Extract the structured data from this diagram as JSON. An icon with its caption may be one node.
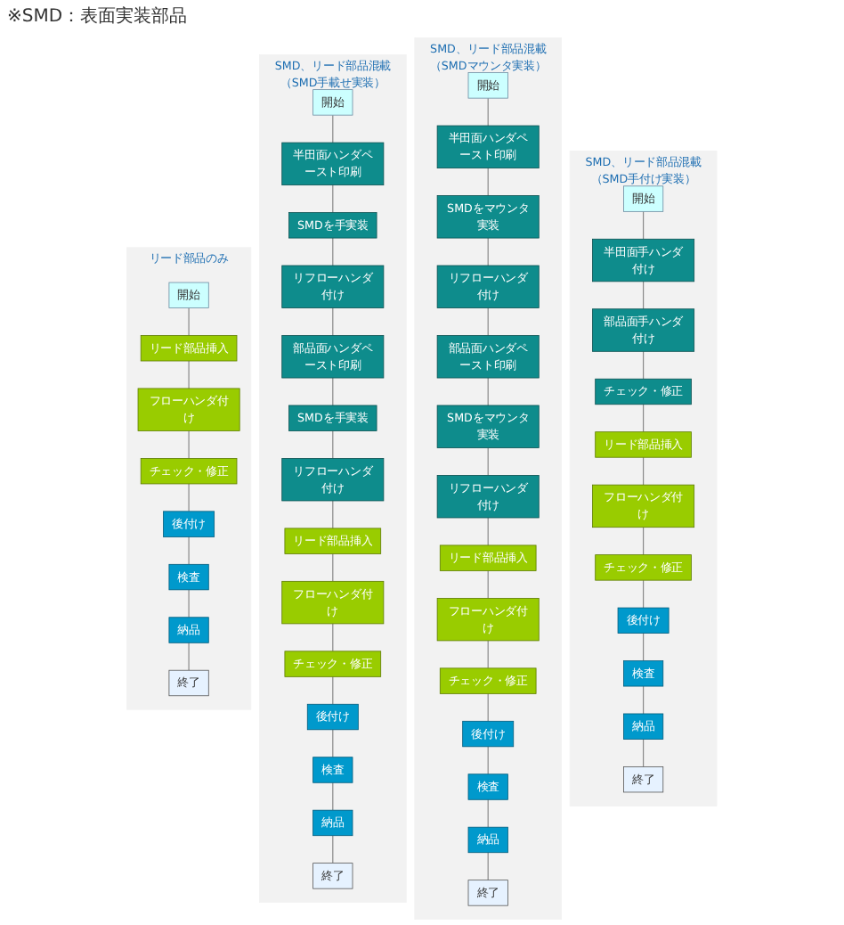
{
  "diagram": {
    "nodes": [
      {
        "text": [
          "リード部品のみ"
        ]
      },
      {
        "text": [
          "開始"
        ],
        "in": 0
      },
      {
        "text": [
          "リード部品挿入"
        ],
        "in": 0
      },
      {
        "text": [
          "フローハンダ付け"
        ],
        "in": 0
      },
      {
        "text": [
          "チェック・修正"
        ],
        "in": 0
      },
      {
        "text": [
          "後付け"
        ],
        "in": 0
      },
      {
        "text": [
          "検査"
        ],
        "in": 0
      },
      {
        "text": [
          "納品"
        ],
        "in": 0
      },
      {
        "text": [
          "終了"
        ],
        "in": 0
      },
      {
        "text": [
          "SMD、リード部品混載（SMD手載せ実装）"
        ]
      },
      {
        "text": [
          "開始"
        ],
        "in": 9
      },
      {
        "text": [
          "半田面ハンダペースト印刷"
        ],
        "in": 9
      },
      {
        "text": [
          "SMDを手実装"
        ],
        "in": 9
      },
      {
        "text": [
          "リフローハンダ付け"
        ],
        "in": 9
      },
      {
        "text": [
          "部品面ハンダペースト印刷"
        ],
        "in": 9
      },
      {
        "text": [
          "SMDを手実装"
        ],
        "in": 9
      },
      {
        "text": [
          "リフローハンダ付け"
        ],
        "in": 9
      },
      {
        "text": [
          "リード部品挿入"
        ],
        "in": 9
      },
      {
        "text": [
          "フローハンダ付け"
        ],
        "in": 9
      },
      {
        "text": [
          "チェック・修正"
        ],
        "in": 9
      },
      {
        "text": [
          "後付け"
        ],
        "in": 9
      },
      {
        "text": [
          "検査"
        ],
        "in": 9
      },
      {
        "text": [
          "納品"
        ],
        "in": 9
      },
      {
        "text": [
          "終了"
        ],
        "in": 9
      },
      {
        "text": [
          "SMD、リード部品混載（SMDマウンタ実装）"
        ]
      },
      {
        "text": [
          "開始"
        ],
        "in": 24
      },
      {
        "text": [
          "半田面ハンダペースト印刷"
        ],
        "in": 24
      },
      {
        "text": [
          "SMDをマウンタ実装"
        ],
        "in": 24
      },
      {
        "text": [
          "リフローハンダ付け"
        ],
        "in": 24
      },
      {
        "text": [
          "部品面ハンダペースト印刷"
        ],
        "in": 24
      },
      {
        "text": [
          "SMDをマウンタ実装"
        ],
        "in": 24
      },
      {
        "text": [
          "リフローハンダ付け"
        ],
        "in": 24
      },
      {
        "text": [
          "リード部品挿入"
        ],
        "in": 24
      },
      {
        "text": [
          "フローハンダ付け"
        ],
        "in": 24
      },
      {
        "text": [
          "チェック・修正"
        ],
        "in": 24
      },
      {
        "text": [
          "後付け"
        ],
        "in": 24
      },
      {
        "text": [
          "検査"
        ],
        "in": 24
      },
      {
        "text": [
          "納品"
        ],
        "in": 24
      },
      {
        "text": [
          "終了"
        ],
        "in": 24
      },
      {
        "text": [
          "SMD、リード部品混載（SMD手付け実装）"
        ]
      },
      {
        "text": [
          "開始"
        ],
        "in": 39
      },
      {
        "text": [
          "半田面手ハンダ付け"
        ],
        "in": 39
      },
      {
        "text": [
          "部品面手ハンダ付け"
        ],
        "in": 39
      },
      {
        "text": [
          "チェック・修正"
        ],
        "in": 39
      },
      {
        "text": [
          "リード部品挿入"
        ],
        "in": 39
      },
      {
        "text": [
          "フローハンダ付け"
        ],
        "in": 39
      },
      {
        "text": [
          "チェック・修正"
        ],
        "in": 39
      },
      {
        "text": [
          "後付け"
        ],
        "in": 39
      },
      {
        "text": [
          "検査"
        ],
        "in": 39
      },
      {
        "text": [
          "納品"
        ],
        "in": 39
      },
      {
        "text": [
          "終了"
        ],
        "in": 39
      }
    ],
    "edges": [
      {
        "from": 1,
        "to": 2,
        "arrow": "none"
      },
      {
        "from": 2,
        "to": 3,
        "arrow": "none"
      },
      {
        "from": 3,
        "to": 4,
        "arrow": "none"
      },
      {
        "from": 4,
        "to": 5,
        "arrow": "none"
      },
      {
        "from": 5,
        "to": 6,
        "arrow": "none"
      },
      {
        "from": 6,
        "to": 7,
        "arrow": "none"
      },
      {
        "from": 7,
        "to": 8,
        "arrow": "none"
      },
      {
        "from": 10,
        "to": 11,
        "arrow": "none"
      },
      {
        "from": 11,
        "to": 12,
        "arrow": "none"
      },
      {
        "from": 12,
        "to": 13,
        "arrow": "none"
      },
      {
        "from": 13,
        "to": 14,
        "arrow": "none"
      },
      {
        "from": 14,
        "to": 15,
        "arrow": "none"
      },
      {
        "from": 15,
        "to": 16,
        "arrow": "none"
      },
      {
        "from": 16,
        "to": 17,
        "arrow": "none"
      },
      {
        "from": 17,
        "to": 18,
        "arrow": "none"
      },
      {
        "from": 18,
        "to": 19,
        "arrow": "none"
      },
      {
        "from": 19,
        "to": 20,
        "arrow": "none"
      },
      {
        "from": 20,
        "to": 21,
        "arrow": "none"
      },
      {
        "from": 21,
        "to": 22,
        "arrow": "none"
      },
      {
        "from": 22,
        "to": 23,
        "arrow": "none"
      },
      {
        "from": 25,
        "to": 26,
        "arrow": "none"
      },
      {
        "from": 26,
        "to": 27,
        "arrow": "none"
      },
      {
        "from": 27,
        "to": 28,
        "arrow": "none"
      },
      {
        "from": 28,
        "to": 29,
        "arrow": "none"
      },
      {
        "from": 29,
        "to": 30,
        "arrow": "none"
      },
      {
        "from": 30,
        "to": 31,
        "arrow": "none"
      },
      {
        "from": 31,
        "to": 32,
        "arrow": "none"
      },
      {
        "from": 32,
        "to": 33,
        "arrow": "none"
      },
      {
        "from": 33,
        "to": 34,
        "arrow": "none"
      },
      {
        "from": 34,
        "to": 35,
        "arrow": "none"
      },
      {
        "from": 35,
        "to": 36,
        "arrow": "none"
      },
      {
        "from": 36,
        "to": 37,
        "arrow": "none"
      },
      {
        "from": 37,
        "to": 38,
        "arrow": "none"
      },
      {
        "from": 40,
        "to": 41,
        "arrow": "none"
      },
      {
        "from": 41,
        "to": 42,
        "arrow": "none"
      },
      {
        "from": 42,
        "to": 43,
        "arrow": "none"
      },
      {
        "from": 43,
        "to": 44,
        "arrow": "none"
      },
      {
        "from": 44,
        "to": 45,
        "arrow": "none"
      },
      {
        "from": 45,
        "to": 46,
        "arrow": "none"
      },
      {
        "from": 46,
        "to": 47,
        "arrow": "none"
      },
      {
        "from": 47,
        "to": 48,
        "arrow": "none"
      },
      {
        "from": 48,
        "to": 49,
        "arrow": "none"
      },
      {
        "from": 49,
        "to": 50,
        "arrow": "none"
      }
    ],
    "labels": [
      "※SMD：表面実装部品"
    ]
  }
}
